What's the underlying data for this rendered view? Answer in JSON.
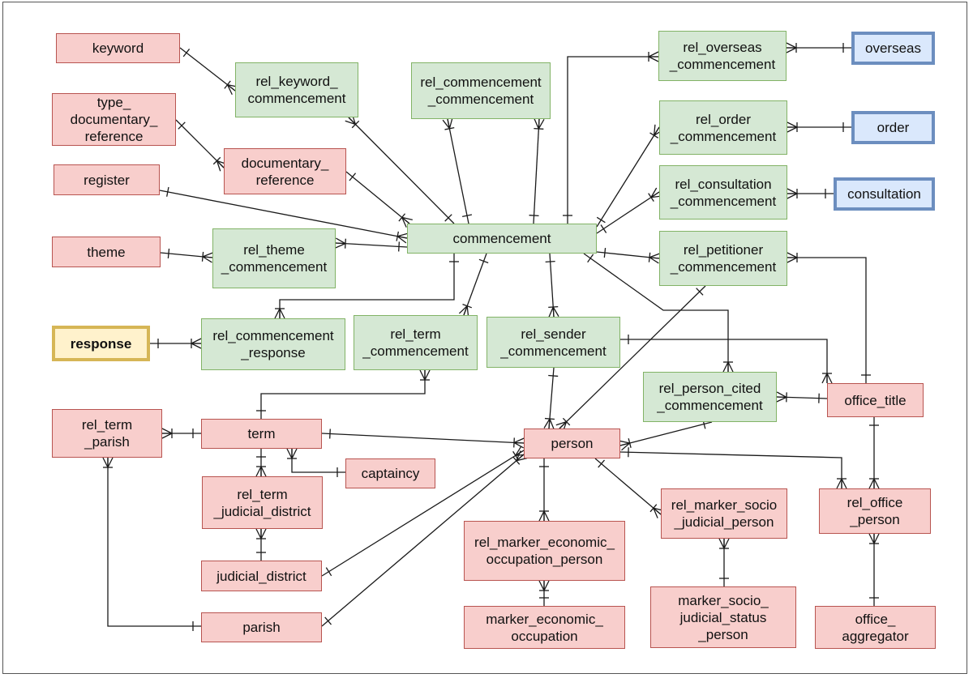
{
  "colors": {
    "red_fill": "#f8cecc",
    "green_fill": "#d5e8d4",
    "blue_fill": "#dae8fc",
    "yellow_fill": "#fff2cc",
    "line": "#1a1a1a"
  },
  "nodes": [
    {
      "id": "keyword",
      "label": "keyword",
      "style": "red"
    },
    {
      "id": "rel_keyword_commencement",
      "label": "rel_keyword_\ncommencement",
      "style": "green"
    },
    {
      "id": "rel_commencement_commencement",
      "label": "rel_commencement\n_commencement",
      "style": "green"
    },
    {
      "id": "rel_overseas_commencement",
      "label": "rel_overseas\n_commencement",
      "style": "green"
    },
    {
      "id": "overseas",
      "label": "overseas",
      "style": "blue"
    },
    {
      "id": "type_documentary_reference",
      "label": "type_\ndocumentary_\nreference",
      "style": "red"
    },
    {
      "id": "documentary_reference",
      "label": "documentary_\nreference",
      "style": "red"
    },
    {
      "id": "rel_order_commencement",
      "label": "rel_order\n_commencement",
      "style": "green"
    },
    {
      "id": "order",
      "label": "order",
      "style": "blue"
    },
    {
      "id": "register",
      "label": "register",
      "style": "red"
    },
    {
      "id": "rel_consultation_commencement",
      "label": "rel_consultation\n_commencement",
      "style": "green"
    },
    {
      "id": "consultation",
      "label": "consultation",
      "style": "blue"
    },
    {
      "id": "theme",
      "label": "theme",
      "style": "red"
    },
    {
      "id": "rel_theme_commencement",
      "label": "rel_theme\n_commencement",
      "style": "green"
    },
    {
      "id": "commencement",
      "label": "commencement",
      "style": "green"
    },
    {
      "id": "rel_petitioner_commencement",
      "label": "rel_petitioner\n_commencement",
      "style": "green"
    },
    {
      "id": "response",
      "label": "response",
      "style": "yellow"
    },
    {
      "id": "rel_commencement_response",
      "label": "rel_commencement\n_response",
      "style": "green"
    },
    {
      "id": "rel_term_commencement",
      "label": "rel_term\n_commencement",
      "style": "green"
    },
    {
      "id": "rel_sender_commencement",
      "label": "rel_sender\n_commencement",
      "style": "green"
    },
    {
      "id": "rel_person_cited_commencement",
      "label": "rel_person_cited\n_commencement",
      "style": "green"
    },
    {
      "id": "office_title",
      "label": "office_title",
      "style": "red"
    },
    {
      "id": "rel_term_parish",
      "label": "rel_term\n_parish",
      "style": "red"
    },
    {
      "id": "term",
      "label": "term",
      "style": "red"
    },
    {
      "id": "person",
      "label": "person",
      "style": "red"
    },
    {
      "id": "captaincy",
      "label": "captaincy",
      "style": "red"
    },
    {
      "id": "rel_term_judicial_district",
      "label": "rel_term\n_judicial_district",
      "style": "red"
    },
    {
      "id": "rel_marker_socio_judicial_person",
      "label": "rel_marker_socio\n_judicial_person",
      "style": "red"
    },
    {
      "id": "rel_office_person",
      "label": "rel_office\n_person",
      "style": "red"
    },
    {
      "id": "rel_marker_economic_occupation_person",
      "label": "rel_marker_economic_\noccupation_person",
      "style": "red"
    },
    {
      "id": "judicial_district",
      "label": "judicial_district",
      "style": "red"
    },
    {
      "id": "parish",
      "label": "parish",
      "style": "red"
    },
    {
      "id": "marker_economic_occupation",
      "label": "marker_economic_\noccupation",
      "style": "red"
    },
    {
      "id": "marker_socio_judicial_status_person",
      "label": "marker_socio_\njudicial_status\n_person",
      "style": "red"
    },
    {
      "id": "office_aggregator",
      "label": "office_\naggregator",
      "style": "red"
    }
  ]
}
